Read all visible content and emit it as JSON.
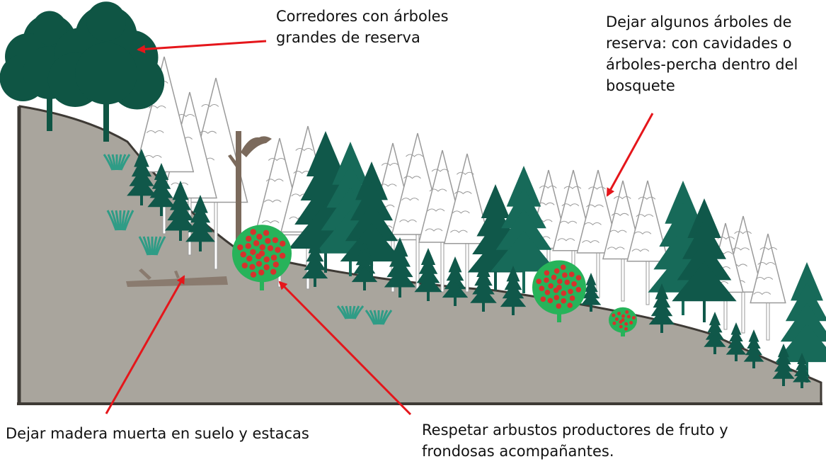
{
  "labels": {
    "corridors": [
      "Corredores con árboles",
      "grandes de reserva"
    ],
    "reserve_trees": [
      "Dejar algunos árboles de",
      "reserva: con cavidades o",
      "árboles-percha dentro del",
      "bosquete"
    ],
    "dead_wood": "Dejar madera muerta en suelo y estacas",
    "shrubs": [
      "Respetar arbustos productores de fruto y",
      "frondosas acompañantes."
    ]
  },
  "colors": {
    "ground": "#a9a59d",
    "ground_edge": "#3e3a35",
    "conifer_dark": "#10584a",
    "conifer_mid": "#176a59",
    "broadleaf": "#0f5544",
    "white_tree_stroke": "#9a9a9a",
    "snag": "#7b6a5c",
    "log": "#8a7b6f",
    "shrub_green": "#27b35a",
    "fruit": "#d6322c",
    "grass": "#2f9c86",
    "arrow": "#e5161b"
  }
}
